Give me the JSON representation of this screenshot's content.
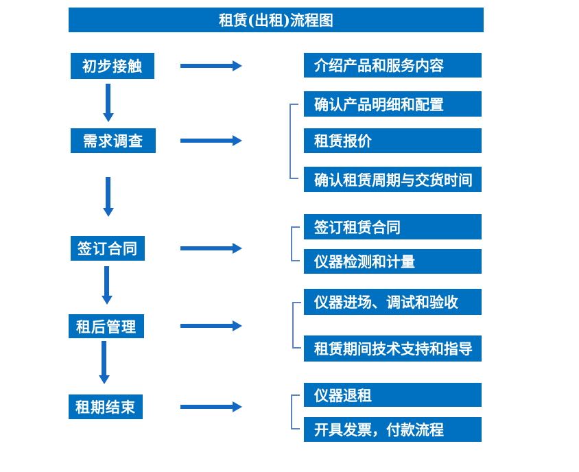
{
  "title": "租赁(出租)流程图",
  "colors": {
    "box-bg": "#0070C0",
    "arrow": "#1268C3",
    "bracket": "#5B82C0",
    "text-on-box": "#FFFFFF"
  },
  "stages": [
    {
      "label": "初步接触",
      "details": [
        "介绍产品和服务内容"
      ]
    },
    {
      "label": "需求调查",
      "details": [
        "确认产品明细和配置",
        "租赁报价",
        "确认租赁周期与交货时间"
      ]
    },
    {
      "label": "签订合同",
      "details": [
        "签订租赁合同",
        "仪器检测和计量"
      ]
    },
    {
      "label": "租后管理",
      "details": [
        "仪器进场、调试和验收",
        "租赁期间技术支持和指导"
      ]
    },
    {
      "label": "租期结束",
      "details": [
        "仪器退租",
        "开具发票，付款流程"
      ]
    }
  ]
}
